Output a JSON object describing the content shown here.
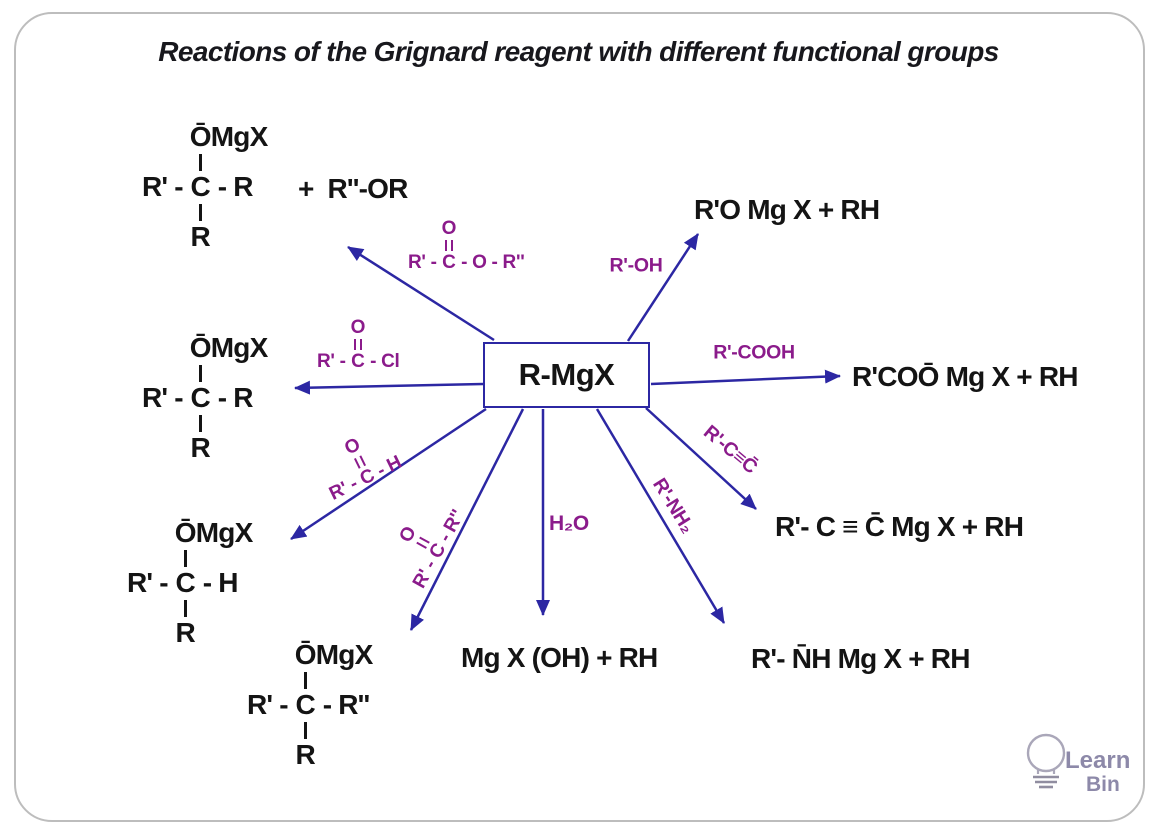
{
  "title": "Reactions of the Grignard reagent with different functional groups",
  "center_box": {
    "label": "R-MgX"
  },
  "colors": {
    "arrow_navy": "#2c27a3",
    "reagent_purple": "#8b1b8b",
    "product_black": "#141414",
    "frame_gray": "#bdbdbd",
    "logo_gray_purple": "#8d89a9"
  },
  "reagent_labels": {
    "ester": {
      "top": "O",
      "left": "R' - ",
      "center": "C",
      "right": " - O - R''"
    },
    "alcohol": "R'-OH",
    "acid_chloride": {
      "top": "O",
      "left": "R' - ",
      "center": "C",
      "right": " - Cl"
    },
    "carboxylic_acid": "R'-COOH",
    "aldehyde": {
      "top": "O",
      "left": "R' - ",
      "center": "C",
      "right": " - H"
    },
    "ketone": {
      "top": "O",
      "left": "R' - ",
      "center": "C",
      "right": " - R''"
    },
    "water": "H₂O",
    "amine": "R'-NH₂",
    "terminal_alkyne": "R'-C≡C̄"
  },
  "products": {
    "ester_adduct": {
      "head_center": "Ō",
      "head_right": "MgX",
      "main_left": "R' - ",
      "main_center": "C",
      "main_right": " - R",
      "tail": "R",
      "byproduct": "+  R''-OR"
    },
    "alkoxide": "R'O Mg X + RH",
    "acid_chloride_adduct": {
      "head_center": "Ō",
      "head_right": "MgX",
      "main_left": "R' - ",
      "main_center": "C",
      "main_right": " - R",
      "tail": "R"
    },
    "carboxylate": "R'COŌ Mg X + RH",
    "aldehyde_adduct": {
      "head_center": "Ō",
      "head_right": "MgX",
      "main_left": "R' - ",
      "main_center": "C",
      "main_right": " - H",
      "tail": "R"
    },
    "ketone_adduct": {
      "head_center": "Ō",
      "head_right": "MgX",
      "main_left": "R' - ",
      "main_center": "C",
      "main_right": " - R''",
      "tail": "R"
    },
    "hydroxide": "Mg X (OH) + RH",
    "acetylide": "R'- C ≡ C̄ Mg X + RH",
    "amide": "R'- N̄H Mg X + RH"
  },
  "logo": {
    "word1": "Learn",
    "word2": "Bin"
  }
}
